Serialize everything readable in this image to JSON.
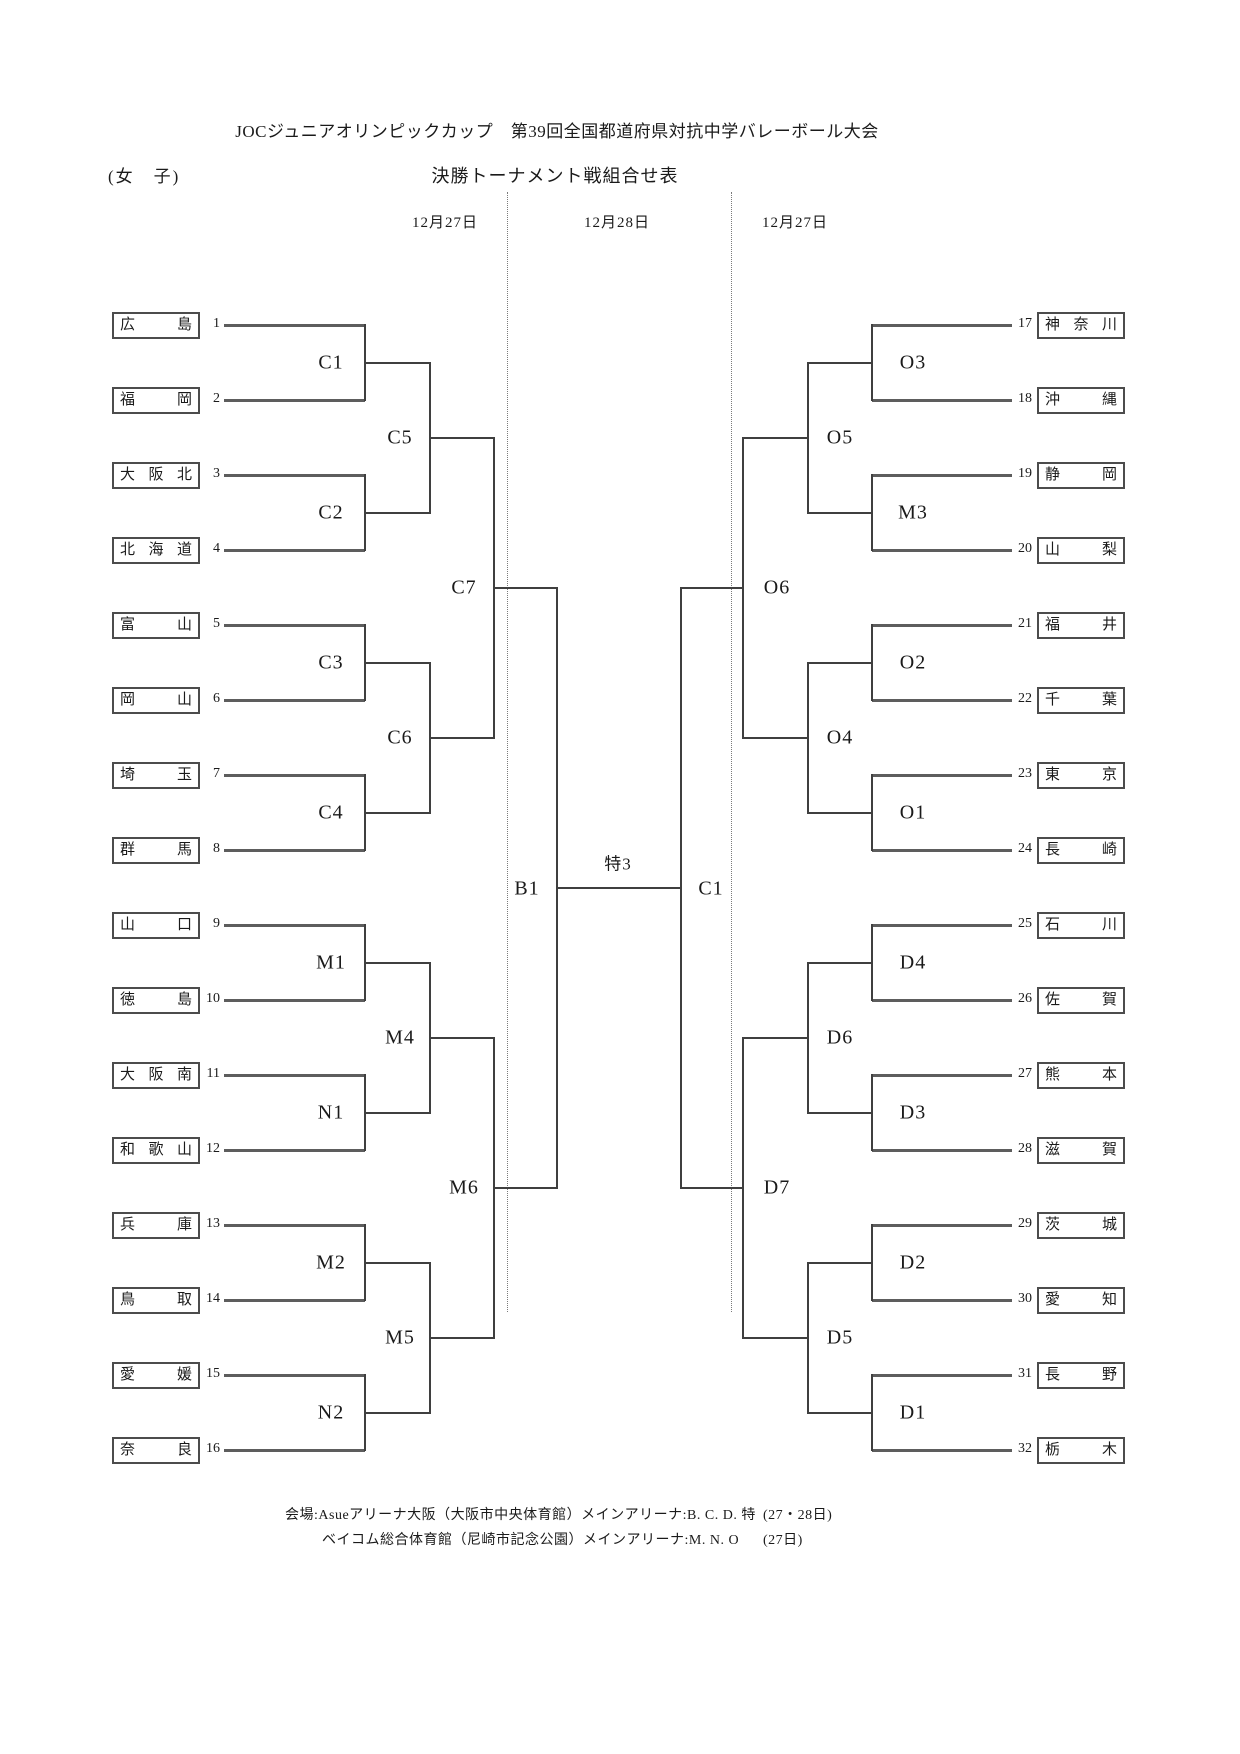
{
  "header": {
    "title": "JOCジュニアオリンピックカップ　第39回全国都道府県対抗中学バレーボール大会",
    "subtitle": "決勝トーナメント戦組合せ表",
    "category": "(女　子)",
    "dates": [
      "12月27日",
      "12月28日",
      "12月27日"
    ]
  },
  "bracket": {
    "final_label": "特3",
    "left": {
      "semifinal_label": "B1",
      "round1_labels": [
        "C1",
        "C2",
        "C3",
        "C4",
        "M1",
        "N1",
        "M2",
        "N2"
      ],
      "round2_labels": [
        "C5",
        "C6",
        "M4",
        "M5"
      ],
      "round3_labels": [
        "C7",
        "M6"
      ],
      "teams": [
        {
          "seed": "1",
          "name": "広島"
        },
        {
          "seed": "2",
          "name": "福岡"
        },
        {
          "seed": "3",
          "name": "大阪北"
        },
        {
          "seed": "4",
          "name": "北海道"
        },
        {
          "seed": "5",
          "name": "富山"
        },
        {
          "seed": "6",
          "name": "岡山"
        },
        {
          "seed": "7",
          "name": "埼玉"
        },
        {
          "seed": "8",
          "name": "群馬"
        },
        {
          "seed": "9",
          "name": "山口"
        },
        {
          "seed": "10",
          "name": "徳島"
        },
        {
          "seed": "11",
          "name": "大阪南"
        },
        {
          "seed": "12",
          "name": "和歌山"
        },
        {
          "seed": "13",
          "name": "兵庫"
        },
        {
          "seed": "14",
          "name": "鳥取"
        },
        {
          "seed": "15",
          "name": "愛媛"
        },
        {
          "seed": "16",
          "name": "奈良"
        }
      ]
    },
    "right": {
      "semifinal_label": "C1",
      "round1_labels": [
        "O3",
        "M3",
        "O2",
        "O1",
        "D4",
        "D3",
        "D2",
        "D1"
      ],
      "round2_labels": [
        "O5",
        "O4",
        "D6",
        "D5"
      ],
      "round3_labels": [
        "O6",
        "D7"
      ],
      "teams": [
        {
          "seed": "17",
          "name": "神奈川"
        },
        {
          "seed": "18",
          "name": "沖縄"
        },
        {
          "seed": "19",
          "name": "静岡"
        },
        {
          "seed": "20",
          "name": "山梨"
        },
        {
          "seed": "21",
          "name": "福井"
        },
        {
          "seed": "22",
          "name": "千葉"
        },
        {
          "seed": "23",
          "name": "東京"
        },
        {
          "seed": "24",
          "name": "長崎"
        },
        {
          "seed": "25",
          "name": "石川"
        },
        {
          "seed": "26",
          "name": "佐賀"
        },
        {
          "seed": "27",
          "name": "熊本"
        },
        {
          "seed": "28",
          "name": "滋賀"
        },
        {
          "seed": "29",
          "name": "茨城"
        },
        {
          "seed": "30",
          "name": "愛知"
        },
        {
          "seed": "31",
          "name": "長野"
        },
        {
          "seed": "32",
          "name": "栃木"
        }
      ]
    }
  },
  "footer": {
    "line1": "会場:Asueアリーナ大阪（大阪市中央体育館）メインアリーナ:B. C. D. 特",
    "line1_note": "(27・28日)",
    "line2": "ベイコム総合体育館（尼崎市記念公園）メインアリーナ:M. N. O",
    "line2_note": "(27日)"
  },
  "colors": {
    "team_line": "#5d5d5d",
    "bracket_line": "#3f3f3f",
    "box_border": "#4c4c4c",
    "text": "#1a1a1a"
  }
}
